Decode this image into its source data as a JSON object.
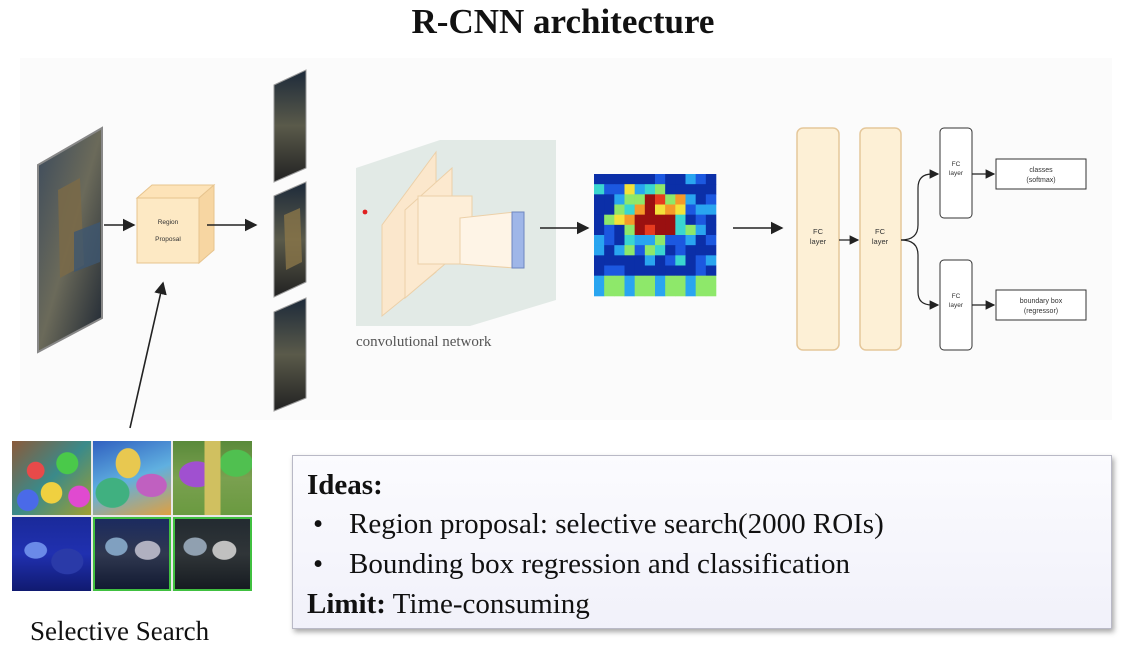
{
  "title": "R-CNN architecture",
  "diagram": {
    "region_proposal_line1": "Region",
    "region_proposal_line2": "Proposal",
    "conv_caption": "convolutional network",
    "fc1_line1": "FC",
    "fc1_line2": "layer",
    "fc2_line1": "FC",
    "fc2_line2": "layer",
    "fc3_line1": "FC",
    "fc3_line2": "layer",
    "fc4_line1": "FC",
    "fc4_line2": "layer",
    "classes_line1": "classes",
    "classes_line2": "(softmax)",
    "bbox_line1": "boundary box",
    "bbox_line2": "(regressor)"
  },
  "selective_search": {
    "caption": "Selective Search"
  },
  "ideas": {
    "heading": "Ideas:",
    "bullets": [
      "Region proposal: selective search(2000 ROIs)",
      "Bounding box regression and classification"
    ],
    "limit_label": "Limit:",
    "limit_text": "Time-consuming"
  },
  "colors": {
    "fc_fill": "#fdf0d6",
    "fc_stroke": "#e5c79a",
    "box_fill": "#fde9c4"
  }
}
